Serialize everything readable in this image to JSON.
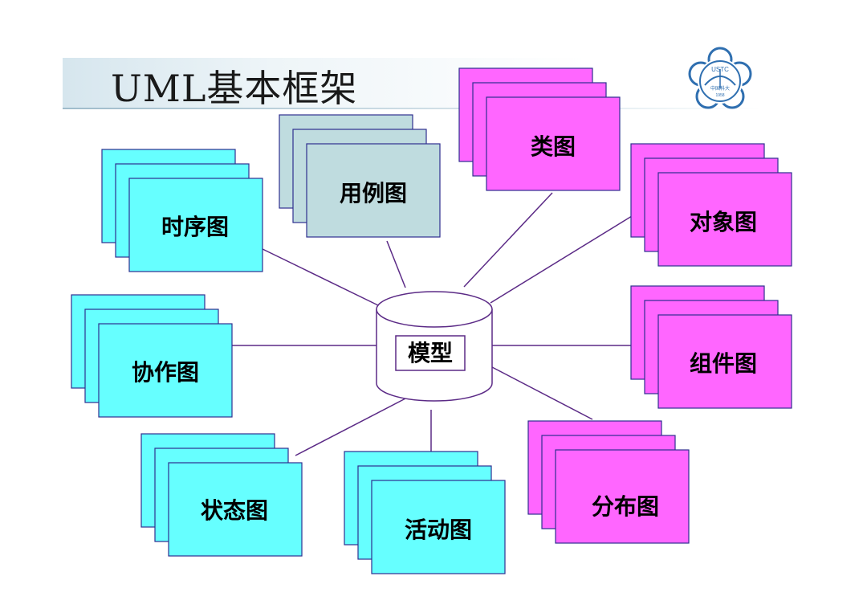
{
  "title": "UML基本框架",
  "logo": {
    "icon": "ustc-logo-icon",
    "text_top": "USTC",
    "text_mid": "中国科大",
    "text_year": "1958"
  },
  "colors": {
    "cyan": "#66ffff",
    "magenta": "#ff66ff",
    "usecase": "#bfdcdf",
    "line": "#5b2a86",
    "border": "#2f2f8f"
  },
  "center": {
    "label": "模型"
  },
  "nodes": [
    {
      "id": "usecase",
      "label": "用例图"
    },
    {
      "id": "class",
      "label": "类图"
    },
    {
      "id": "sequence",
      "label": "时序图"
    },
    {
      "id": "object",
      "label": "对象图"
    },
    {
      "id": "collaboration",
      "label": "协作图"
    },
    {
      "id": "component",
      "label": "组件图"
    },
    {
      "id": "state",
      "label": "状态图"
    },
    {
      "id": "activity",
      "label": "活动图"
    },
    {
      "id": "deployment",
      "label": "分布图"
    }
  ]
}
